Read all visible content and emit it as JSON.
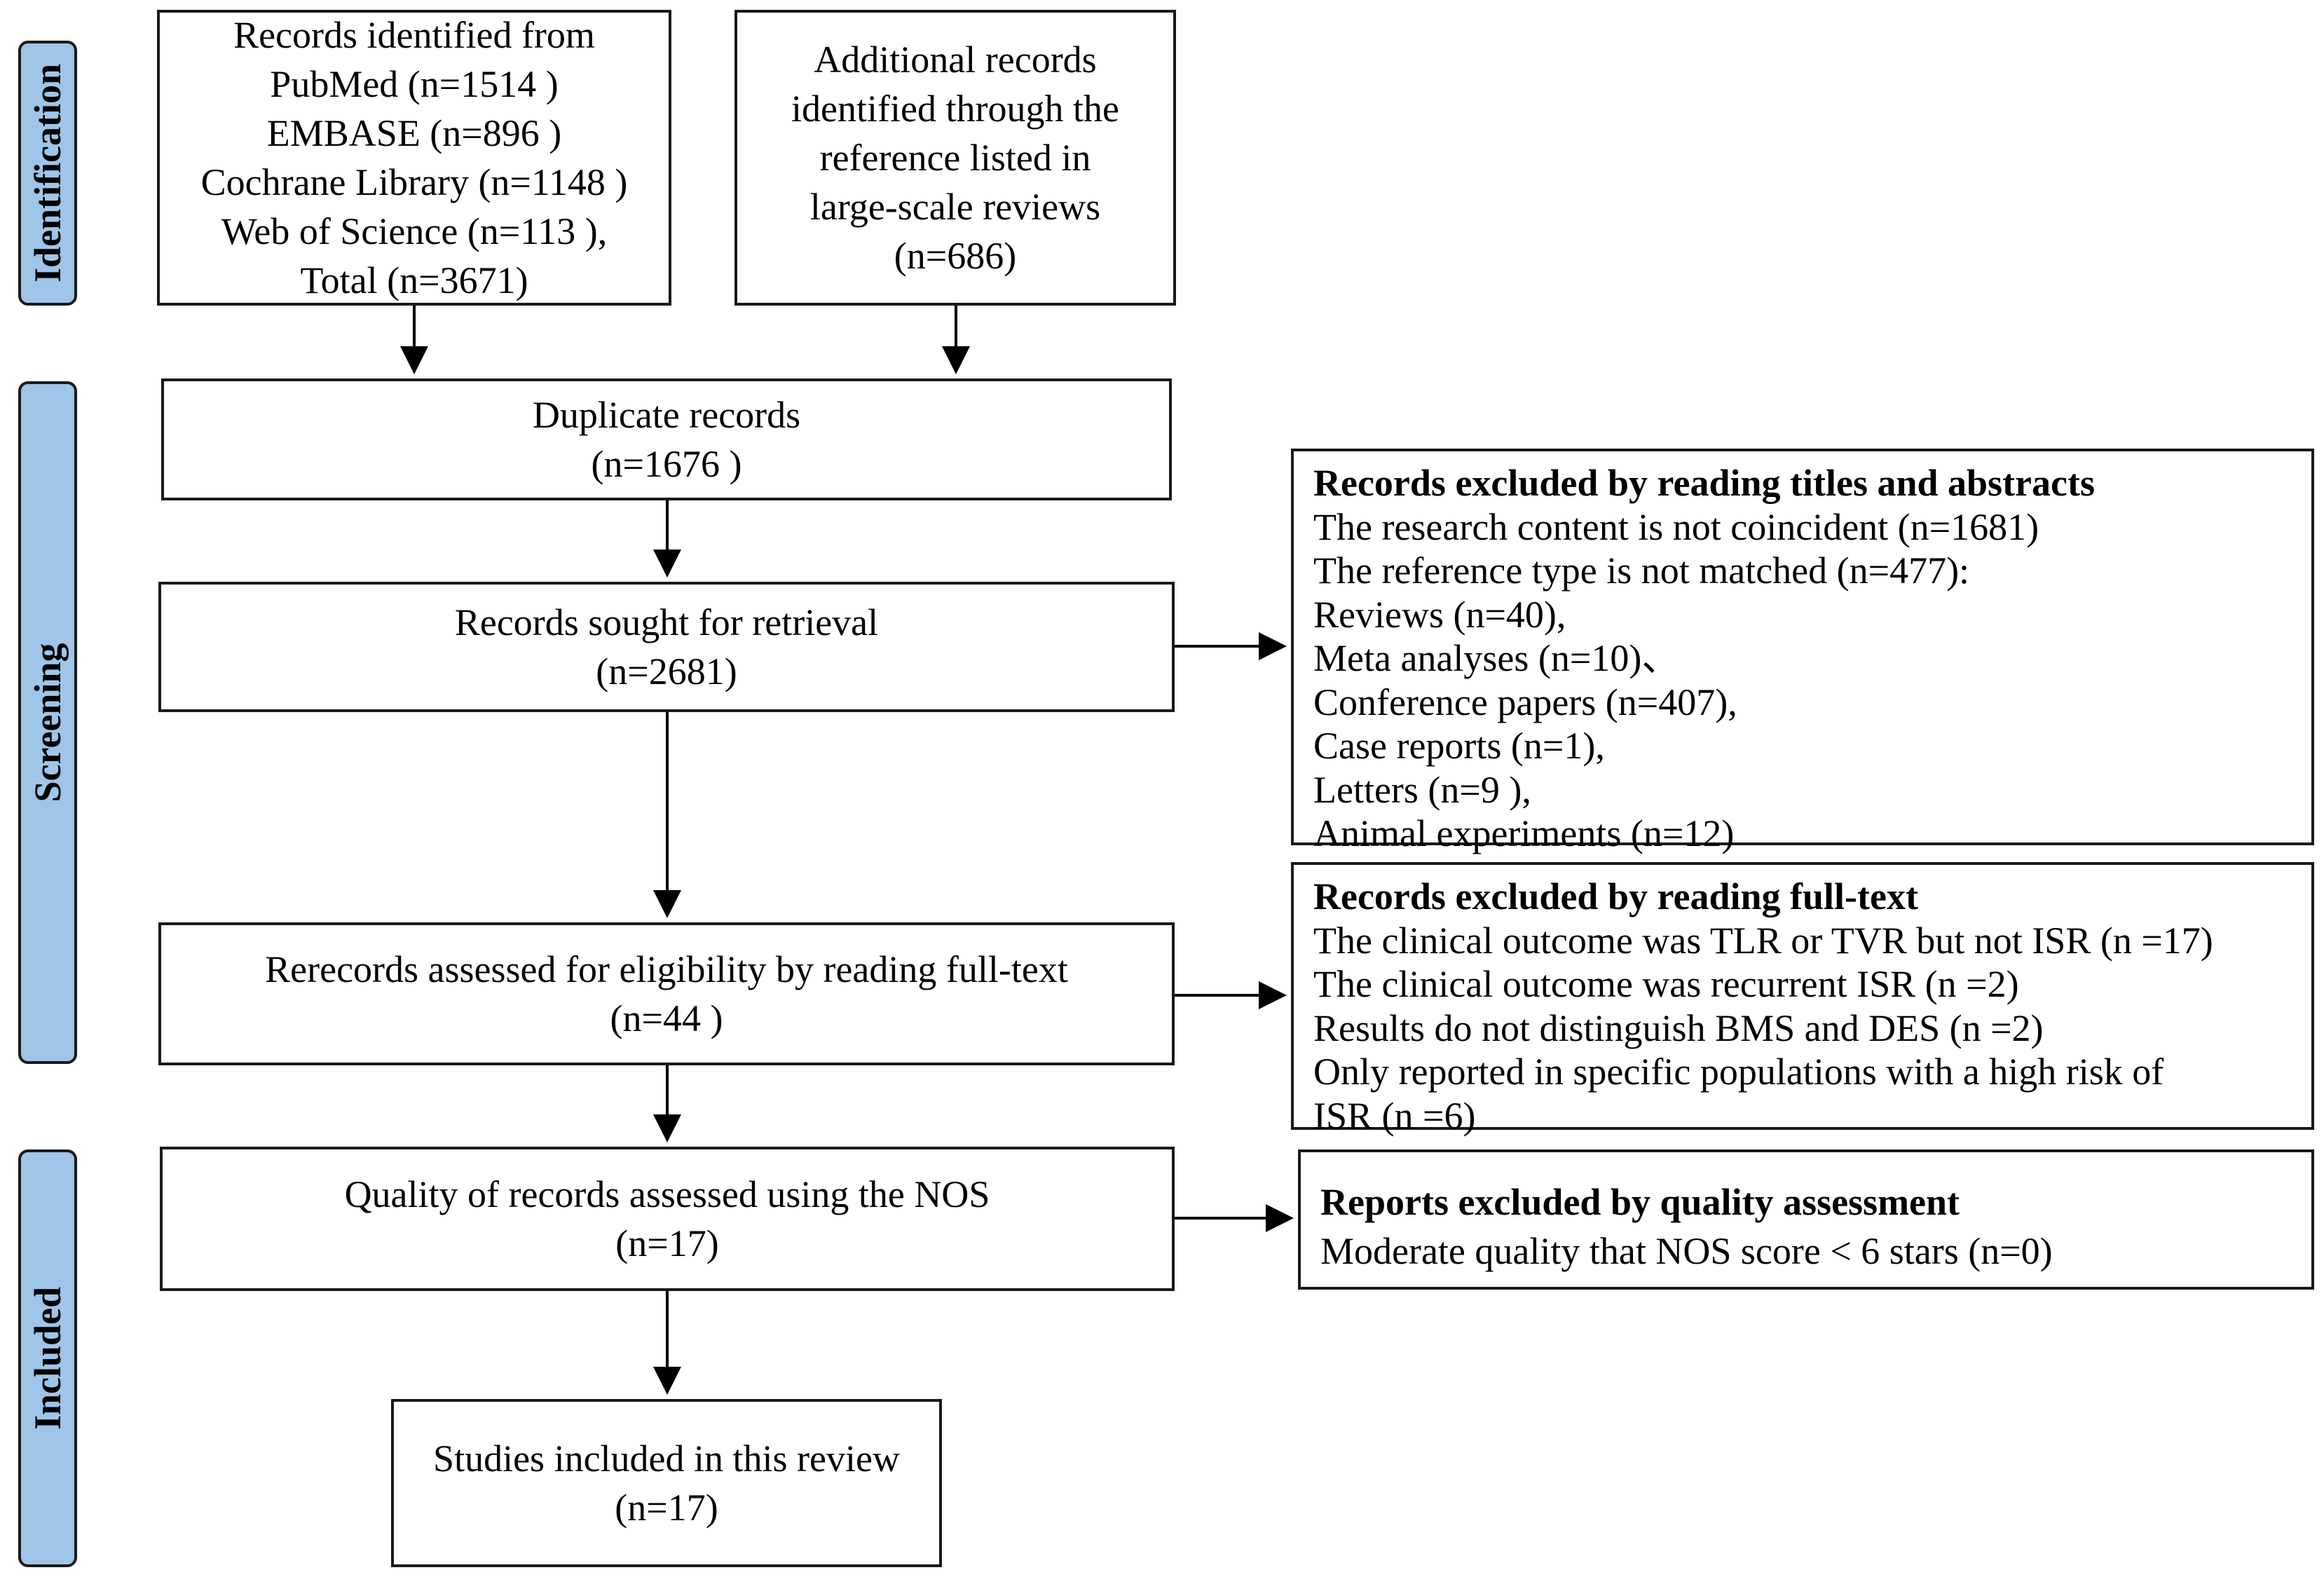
{
  "phases": {
    "identification": "Identification",
    "screening": "Screening",
    "included": "Included"
  },
  "identification": {
    "databases": [
      "Records identified from",
      "PubMed (n=1514 )",
      "EMBASE (n=896 )",
      "Cochrane Library (n=1148 )",
      "Web of Science (n=113 ),",
      "Total (n=3671)"
    ],
    "additional": [
      "Additional records",
      "identified through the",
      "reference listed in",
      "large-scale reviews",
      "(n=686)"
    ]
  },
  "screening": {
    "duplicates": [
      "Duplicate records",
      "(n=1676 )"
    ],
    "sought": [
      "Records sought for retrieval",
      "(n=2681)"
    ],
    "assessed": [
      "Rerecords assessed for eligibility by reading full-text",
      "(n=44 )"
    ]
  },
  "included": {
    "quality": [
      "Quality of records assessed  using  the NOS",
      "(n=17)"
    ],
    "final": [
      "Studies included in this review",
      "(n=17)"
    ]
  },
  "exclusions": {
    "titles_abstracts": {
      "heading": "Records excluded by reading titles and abstracts",
      "lines": [
        "The research content is not coincident (n=1681)",
        "The reference type is not matched (n=477):",
        "Reviews (n=40),",
        "Meta analyses (n=10)、",
        "Conference papers (n=407),",
        "Case reports (n=1),",
        "Letters (n=9 ),",
        "Animal experiments (n=12)"
      ]
    },
    "full_text": {
      "heading": "Records excluded by reading full-text",
      "lines": [
        "The clinical outcome was TLR or TVR but not ISR (n =17)",
        "The clinical outcome was recurrent ISR (n =2)",
        "Results do not distinguish BMS and DES (n =2)",
        "Only reported in specific populations with a high risk of",
        "ISR (n =6)"
      ]
    },
    "quality": {
      "heading": "Reports excluded by quality assessment",
      "lines": [
        "Moderate quality that NOS score < 6 stars (n=0)"
      ]
    }
  },
  "colors": {
    "phase_fill": "#9fc5e8",
    "border": "#1a1a1a"
  }
}
